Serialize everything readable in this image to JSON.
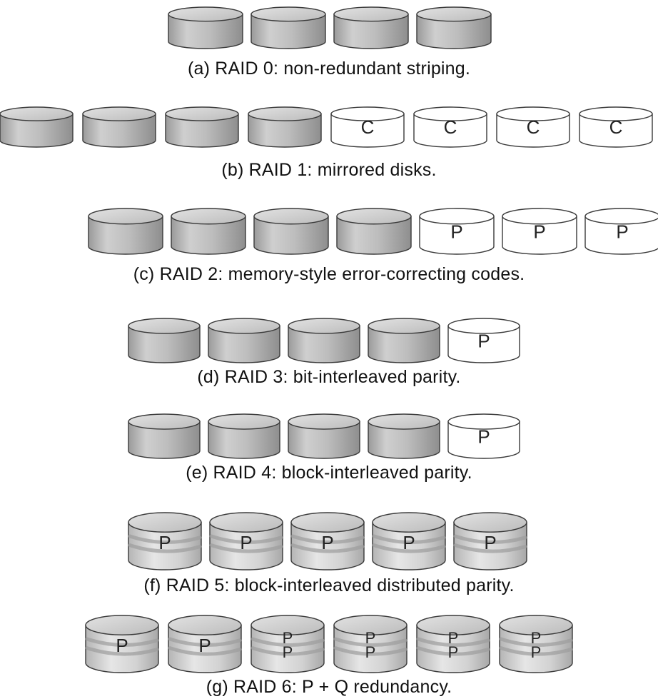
{
  "diagram": {
    "rows": [
      {
        "caption": "(a) RAID 0: non-redundant striping.",
        "disks": [
          {
            "kind": "data"
          },
          {
            "kind": "data"
          },
          {
            "kind": "data"
          },
          {
            "kind": "data"
          }
        ]
      },
      {
        "caption": "(b) RAID 1: mirrored disks.",
        "disks": [
          {
            "kind": "data"
          },
          {
            "kind": "data"
          },
          {
            "kind": "data"
          },
          {
            "kind": "data"
          },
          {
            "kind": "check",
            "labels": [
              "C"
            ]
          },
          {
            "kind": "check",
            "labels": [
              "C"
            ]
          },
          {
            "kind": "check",
            "labels": [
              "C"
            ]
          },
          {
            "kind": "check",
            "labels": [
              "C"
            ]
          }
        ]
      },
      {
        "caption": "(c) RAID 2: memory-style error-correcting codes.",
        "disks": [
          {
            "kind": "data"
          },
          {
            "kind": "data"
          },
          {
            "kind": "data"
          },
          {
            "kind": "data"
          },
          {
            "kind": "check",
            "labels": [
              "P"
            ]
          },
          {
            "kind": "check",
            "labels": [
              "P"
            ]
          },
          {
            "kind": "check",
            "labels": [
              "P"
            ]
          }
        ]
      },
      {
        "caption": "(d) RAID 3: bit-interleaved parity.",
        "disks": [
          {
            "kind": "data"
          },
          {
            "kind": "data"
          },
          {
            "kind": "data"
          },
          {
            "kind": "data"
          },
          {
            "kind": "check",
            "labels": [
              "P"
            ]
          }
        ]
      },
      {
        "caption": "(e) RAID 4: block-interleaved parity.",
        "disks": [
          {
            "kind": "data"
          },
          {
            "kind": "data"
          },
          {
            "kind": "data"
          },
          {
            "kind": "data"
          },
          {
            "kind": "check",
            "labels": [
              "P"
            ]
          }
        ]
      },
      {
        "caption": "(f) RAID 5: block-interleaved distributed parity.",
        "disks": [
          {
            "kind": "mixed",
            "labels": [
              "P"
            ]
          },
          {
            "kind": "mixed",
            "labels": [
              "P"
            ]
          },
          {
            "kind": "mixed",
            "labels": [
              "P"
            ]
          },
          {
            "kind": "mixed",
            "labels": [
              "P"
            ]
          },
          {
            "kind": "mixed",
            "labels": [
              "P"
            ]
          }
        ]
      },
      {
        "caption": "(g) RAID 6: P + Q redundancy.",
        "disks": [
          {
            "kind": "mixed",
            "labels": [
              "P"
            ]
          },
          {
            "kind": "mixed",
            "labels": [
              "P"
            ]
          },
          {
            "kind": "mixed",
            "labels": [
              "P",
              "P"
            ]
          },
          {
            "kind": "mixed",
            "labels": [
              "P",
              "P"
            ]
          },
          {
            "kind": "mixed",
            "labels": [
              "P",
              "P"
            ]
          },
          {
            "kind": "mixed",
            "labels": [
              "P",
              "P"
            ]
          }
        ]
      }
    ],
    "colors": {
      "data_fill": "#c4c4c4",
      "check_fill": "#ffffff",
      "outline": "#3a3a3a",
      "label": "#222222"
    }
  }
}
